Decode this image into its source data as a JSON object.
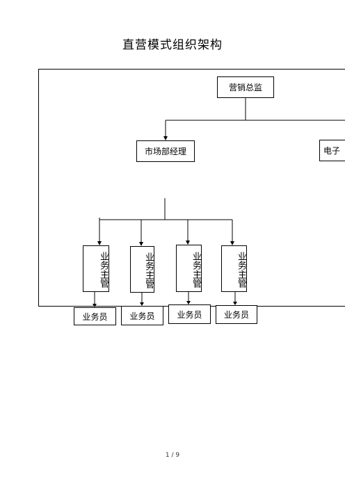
{
  "title": "直营模式组织架构",
  "nodes": {
    "director": "营销总监",
    "market_manager": "市场部经理",
    "ecommerce_partial": "电子",
    "supervisors": [
      "业务主管",
      "业务主管",
      "业务主管",
      "业务主管"
    ],
    "salespersons": [
      "业务员",
      "业务员",
      "业务员",
      "业务员"
    ]
  },
  "page_number": "1 / 9"
}
